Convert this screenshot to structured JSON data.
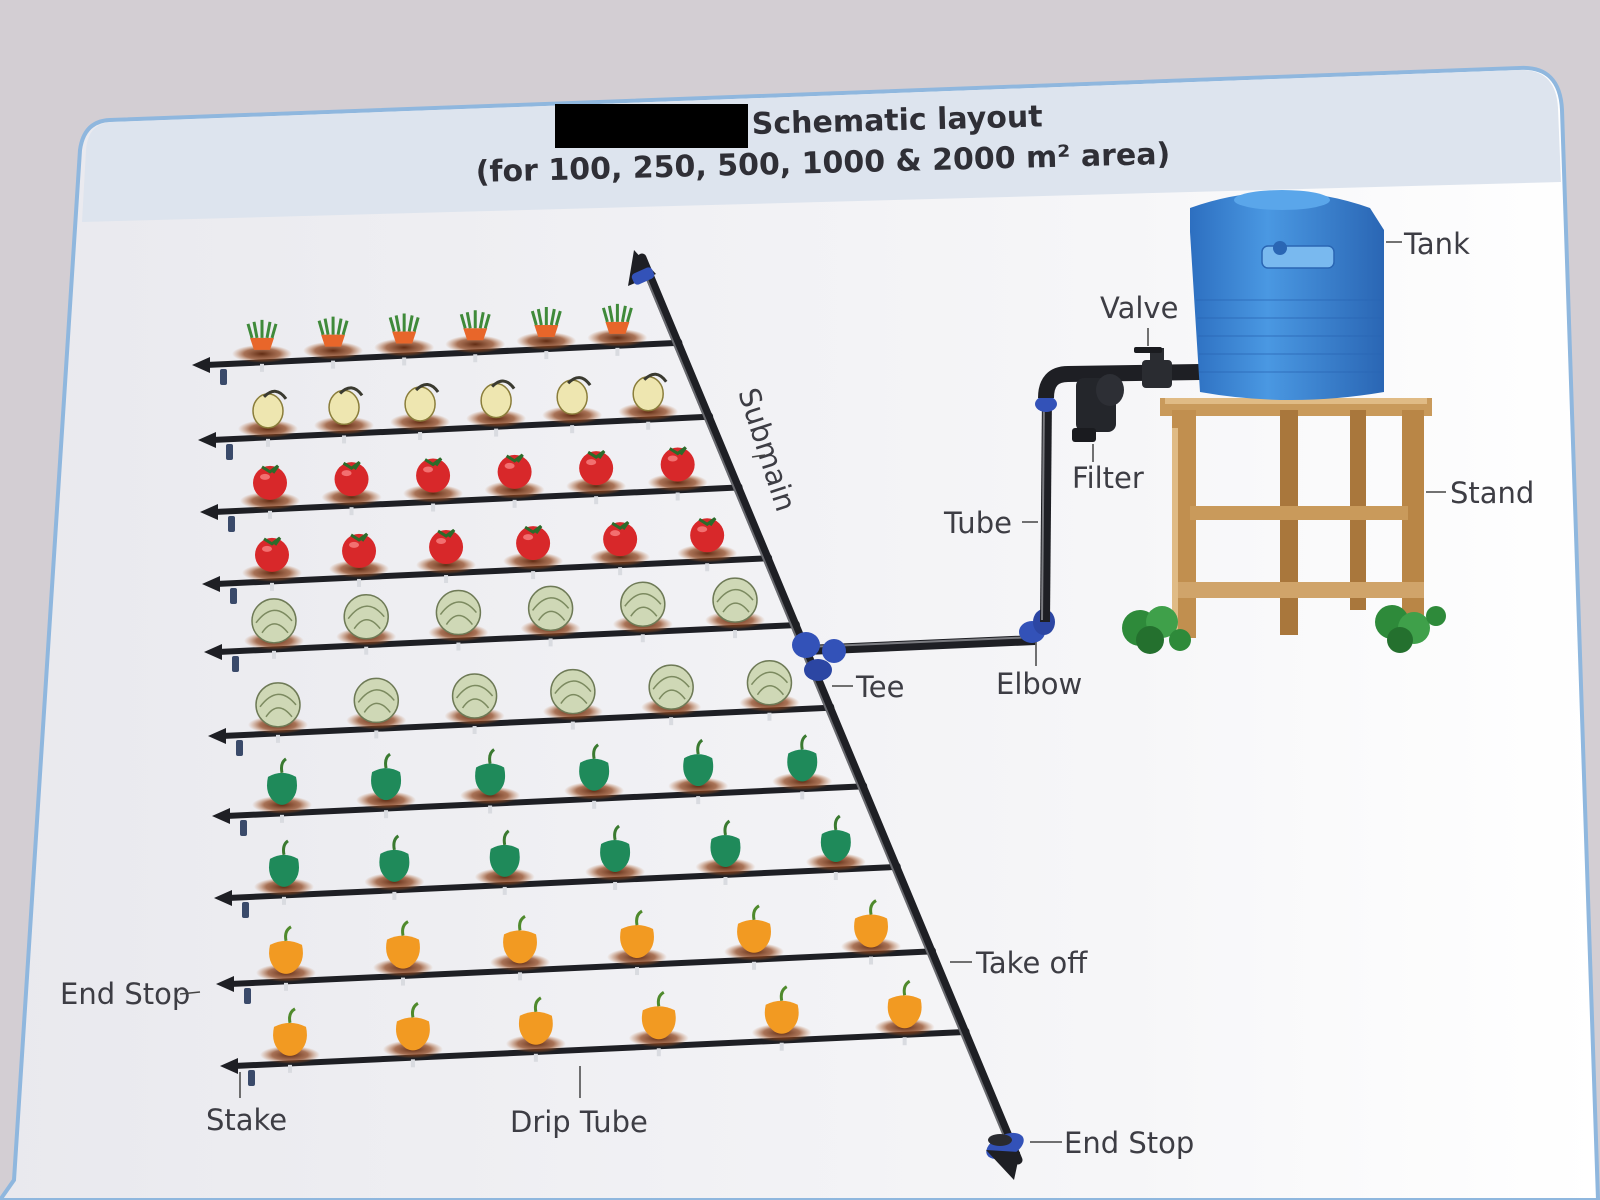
{
  "title": {
    "line1": "Schematic layout",
    "line2": "(for 100, 250, 500, 1000 & 2000 m² area)"
  },
  "labels": {
    "tank": "Tank",
    "valve": "Valve",
    "filter": "Filter",
    "stand": "Stand",
    "tube": "Tube",
    "submain": "Submain",
    "tee": "Tee",
    "elbow": "Elbow",
    "take_off": "Take off",
    "end_stop_left": "End Stop",
    "end_stop_bottom": "End Stop",
    "stake": "Stake",
    "drip_tube": "Drip Tube"
  },
  "crop_rows": [
    "carrot",
    "onion",
    "tomato",
    "tomato",
    "cabbage",
    "cabbage",
    "green-pepper",
    "green-pepper",
    "yellow-pepper",
    "yellow-pepper"
  ],
  "plants_per_row": 6,
  "colors": {
    "panel": "#f1f2f6",
    "header_band": "#dfe6ef",
    "border": "#8fb7de",
    "pipe": "#1e1f24",
    "fitting": "#3352b8",
    "tank": "#3a86d6",
    "stand_wood": "#c99a5b",
    "soil": "#7a3414"
  }
}
